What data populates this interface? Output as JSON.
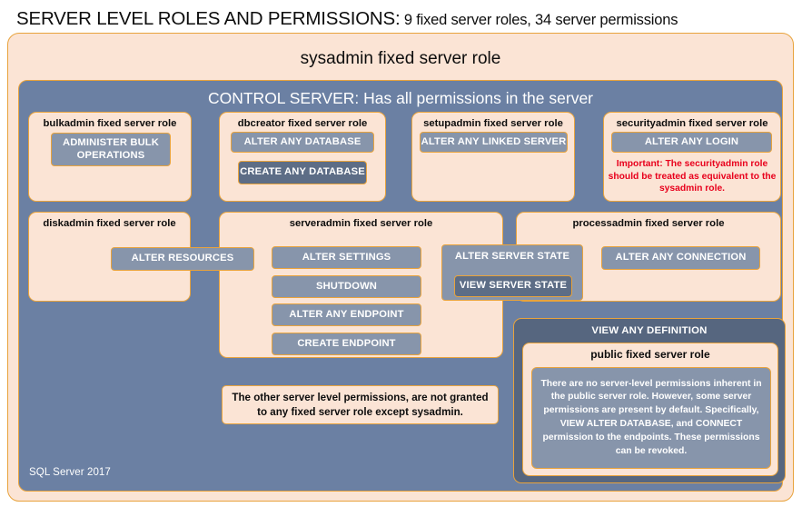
{
  "title": {
    "main": "SERVER LEVEL ROLES AND PERMISSIONS:",
    "sub": " 9 fixed server roles, 34 server permissions"
  },
  "sysadmin": {
    "label": "sysadmin  fixed  server  role"
  },
  "control_server": {
    "label": "CONTROL SERVER: Has all permissions in the server"
  },
  "roles": {
    "bulkadmin": {
      "title": "bulkadmin  fixed server role",
      "permissions": [
        "ADMINISTER  BULK OPERATIONS"
      ]
    },
    "dbcreator": {
      "title": "dbcreator fixed server role",
      "permissions": [
        "ALTER ANY DATABASE",
        "CREATE  ANY DATABASE"
      ]
    },
    "setupadmin": {
      "title": "setupadmin fixed server role",
      "permissions": [
        "ALTER ANY LINKED SERVER"
      ]
    },
    "securityadmin": {
      "title": "securityadmin  fixed server role",
      "permissions": [
        "ALTER ANY LOGIN"
      ],
      "note": "Important:  The securityadmin role should  be treated  as equivalent to the  sysadmin role."
    },
    "diskadmin": {
      "title": "diskadmin  fixed server role",
      "permissions": [
        "ALTER RESOURCES"
      ]
    },
    "serveradmin": {
      "title": "serveradmin fixed server role",
      "permissions": [
        "ALTER SETTINGS",
        "SHUTDOWN",
        "ALTER ANY ENDPOINT",
        "CREATE  ENDPOINT"
      ]
    },
    "server_state": {
      "outer": "ALTER SERVER  STATE",
      "inner": "VIEW SERVER  STATE"
    },
    "processadmin": {
      "title": "processadmin  fixed server role",
      "permissions": [
        "ALTER ANY CONNECTION"
      ]
    },
    "public": {
      "view_any_definition": "VIEW  ANY DEFINITION",
      "title": "public  fixed server role",
      "description": "There are no server-level permissions inherent in the public server role. However, some server permissions are present by default. Specifically, VIEW ALTER DATABASE, and CONNECT permission to the endpoints. These permissions can be revoked."
    }
  },
  "other_permissions_note": "The other server level permissions,  are not granted to any fixed server role except sysadmin.",
  "footer": "SQL Server 2017",
  "colors": {
    "peach": "#fbe4d5",
    "gold_border": "#e8a33d",
    "slate": "#6b80a3",
    "chip": "#8795ab",
    "chip_dark": "#5d6d86",
    "public_outer": "#56667f",
    "warning_red": "#e8001c",
    "text_dark": "#0d0d0d"
  }
}
